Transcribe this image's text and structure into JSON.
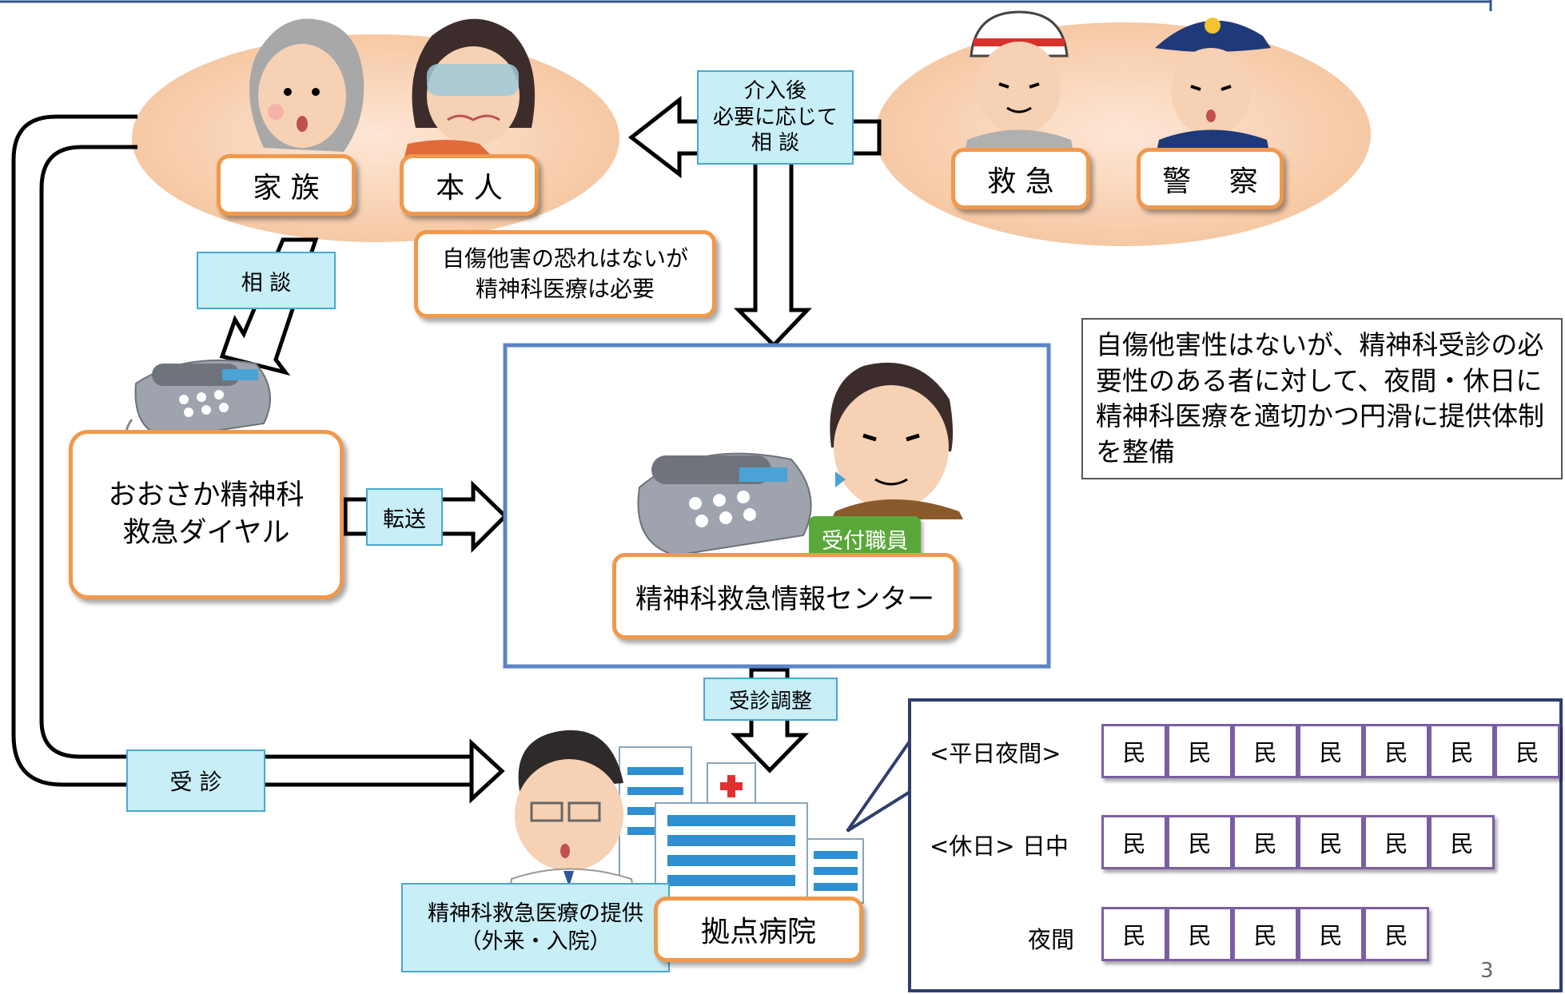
{
  "family_label": "家 族",
  "person_label": "本 人",
  "ambulance_label": "救 急",
  "police_label": "警　 察",
  "after_intervention_label": "介入後\n必要に応じて\n相 談",
  "consult_label": "相 談",
  "no_harm_note": "自傷他害の恐れはないが\n精神科医療は必要",
  "dial_label": "おおさか精神科\n救急ダイヤル",
  "transfer_label": "転送",
  "reception_staff_label": "受付職員",
  "center_label": "精神科救急情報センター",
  "description": "自傷他害性はないが、精神科受診の必要性のある者に対して、夜間・休日に精神科医療を適切かつ円滑に提供体制を整備",
  "coordination_label": "受診調整",
  "visit_label": "受 診",
  "care_provision_label": "精神科救急医療の提供\n（外来・入院）",
  "base_hospital_label": "拠点病院",
  "schedule": {
    "weekday_label": "<平日夜間>",
    "holiday_label": "<休日> 日中",
    "night_label": "夜間",
    "cell_text": "民",
    "weekday_count": 7,
    "holiday_day_count": 6,
    "holiday_night_count": 5
  },
  "page_number": "3",
  "colors": {
    "orange_border": "#f0994d",
    "blue_fill": "#c8eef8",
    "blue_border": "#48a8cf",
    "purple_border": "#7b5ea3",
    "center_border": "#5b84c4",
    "ellipse_fill": "#f7c9a4"
  }
}
